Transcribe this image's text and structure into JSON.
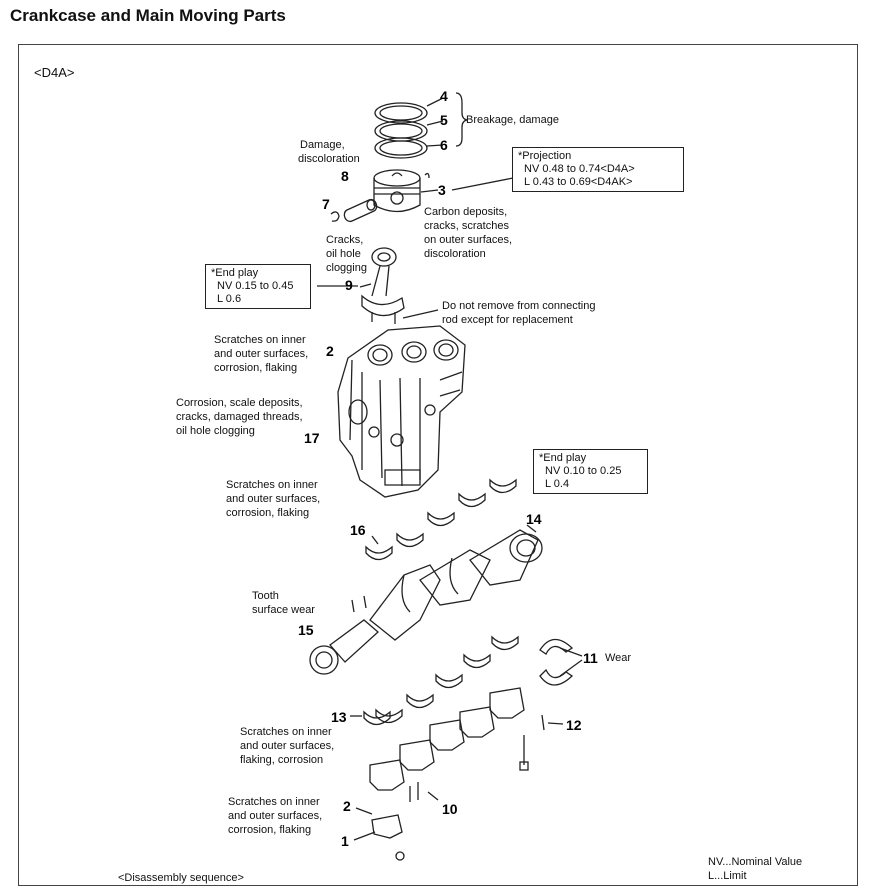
{
  "title": "Crankcase and Main Moving Parts",
  "model_tag": "<D4A>",
  "footer": {
    "sequence": "<Disassembly sequence>",
    "legend_nv": "NV...Nominal Value",
    "legend_l": "L...Limit"
  },
  "callouts": {
    "n1": "1",
    "n2a": "2",
    "n2b": "2",
    "n3": "3",
    "n4": "4",
    "n5": "5",
    "n6": "6",
    "n7": "7",
    "n8": "8",
    "n9": "9",
    "n10": "10",
    "n11": "11",
    "n12": "12",
    "n13": "13",
    "n14": "14",
    "n15": "15",
    "n16": "16",
    "n17": "17"
  },
  "notes": {
    "breakage": "Breakage, damage",
    "damage_1": "Damage,",
    "damage_2": "discoloration",
    "carbon_1": "Carbon deposits,",
    "carbon_2": "cracks, scratches",
    "carbon_3": "on outer surfaces,",
    "carbon_4": "discoloration",
    "cracks_1": "Cracks,",
    "cracks_2": "oil hole",
    "cracks_3": "clogging",
    "donot_1": "Do not remove from connecting",
    "donot_2": "rod except for replacement",
    "scr1_1": "Scratches on inner",
    "scr1_2": "and outer surfaces,",
    "scr1_3": "corrosion, flaking",
    "corr_1": "Corrosion, scale deposits,",
    "corr_2": "cracks, damaged threads,",
    "corr_3": "oil hole clogging",
    "scr2_1": "Scratches on inner",
    "scr2_2": "and outer surfaces,",
    "scr2_3": "corrosion, flaking",
    "tooth_1": "Tooth",
    "tooth_2": "surface wear",
    "wear": "Wear",
    "scr3_1": "Scratches on inner",
    "scr3_2": "and outer surfaces,",
    "scr3_3": "flaking, corrosion",
    "scr4_1": "Scratches on inner",
    "scr4_2": "and outer surfaces,",
    "scr4_3": "corrosion, flaking"
  },
  "spec_projection": {
    "title": "*Projection",
    "row1": "NV  0.48 to 0.74<D4A>",
    "row2": "L    0.43 to 0.69<D4AK>"
  },
  "spec_endplay_rod": {
    "title": "*End play",
    "row1": "NV  0.15 to 0.45",
    "row2": "L    0.6"
  },
  "spec_endplay_crank": {
    "title": "*End play",
    "row1": "NV  0.10 to 0.25",
    "row2": "L    0.4"
  }
}
